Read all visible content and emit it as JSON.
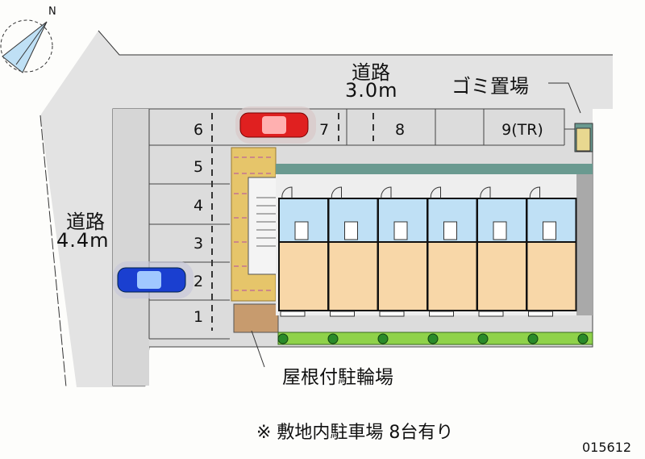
{
  "compass": {
    "north_label": "N"
  },
  "roads": {
    "top": {
      "name": "道路",
      "width": "3.0m"
    },
    "left": {
      "name": "道路",
      "width": "4.4m"
    }
  },
  "parking": {
    "spaces": [
      {
        "label": "1"
      },
      {
        "label": "2"
      },
      {
        "label": "3"
      },
      {
        "label": "4"
      },
      {
        "label": "5"
      },
      {
        "label": "6"
      },
      {
        "label": "7"
      },
      {
        "label": "8"
      },
      {
        "label": "9(TR)"
      }
    ]
  },
  "annotations": {
    "garbage": "ゴミ置場",
    "bicycle": "屋根付駐輪場",
    "note": "※ 敷地内駐車場 8台有り",
    "code": "015612"
  },
  "colors": {
    "road": "#e3e3e3",
    "parking": "#dcdcdc",
    "bath": "#bfe0f5",
    "room": "#f8d7a8",
    "brick": "#e6c56a",
    "hedge": "#8fd24a",
    "car_red": "#e02020",
    "car_blue": "#1a3fd0"
  }
}
